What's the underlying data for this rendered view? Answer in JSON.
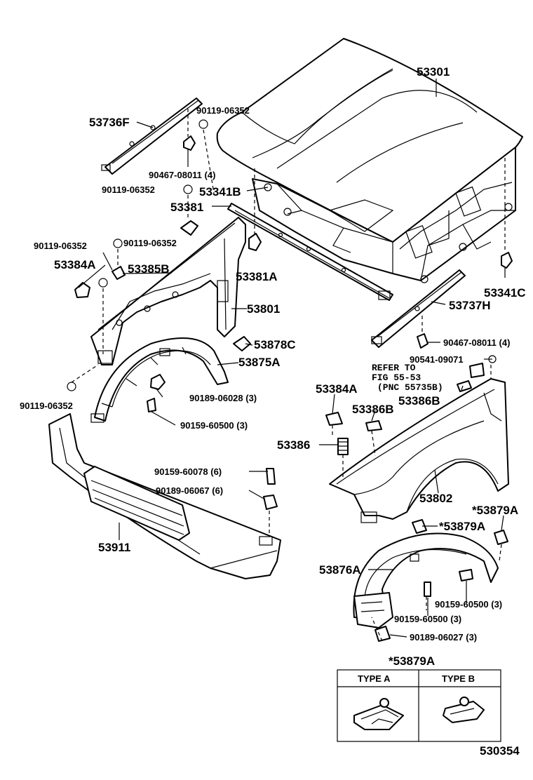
{
  "labels": {
    "hood": "53301",
    "hood_support_lh": "53736F",
    "hood_support_rh": "53737H",
    "clip_90119_top": "90119-06352",
    "clip_90467_top": "90467-08011 (4)",
    "clip_90119_mid": "90119-06352",
    "cushion_53341B": "53341B",
    "seal_53381": "53381",
    "clip_90119_left": "90119-06352",
    "clip_90119_left2": "90119-06352",
    "pad_53384A_left": "53384A",
    "bracket_53385B": "53385B",
    "retainer_53381A": "53381A",
    "apron_53801": "53801",
    "cushion_53341C": "53341C",
    "clip_90467_right": "90467-08011 (4)",
    "bracket_53878C": "53878C",
    "liner_53875A": "53875A",
    "clip_90541": "90541-09071",
    "refer_line1": "REFER TO",
    "refer_line2": "FIG 55-53",
    "refer_line3": "(PNC 55735B)",
    "pad_53384A_right": "53384A",
    "bracket_53386B_a": "53386B",
    "bracket_53386B_b": "53386B",
    "clip_90119_bottom": "90119-06352",
    "screw_90189_06028": "90189-06028 (3)",
    "screw_90159_60500_left": "90159-60500 (3)",
    "spring_53386": "53386",
    "screw_90159_60078": "90159-60078 (6)",
    "screw_90189_06067": "90189-06067 (6)",
    "fender_53802": "53802",
    "clip_53879A_a": "*53879A",
    "clip_53879A_b": "*53879A",
    "grille_53911": "53911",
    "liner_53876A": "53876A",
    "screw_90159_60500_right1": "90159-60500 (3)",
    "screw_90159_60500_right2": "90159-60500 (3)",
    "screw_90189_06027": "90189-06027 (3)",
    "figure_id": "530354"
  },
  "type_table": {
    "title": "*53879A",
    "type_a": "TYPE A",
    "type_b": "TYPE B"
  }
}
